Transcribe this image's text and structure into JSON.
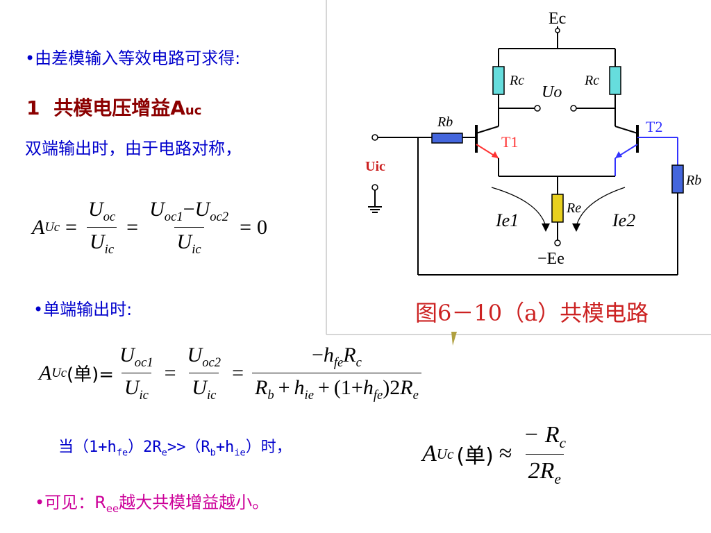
{
  "line1": {
    "bullet": "•",
    "text": "由差模输入等效电路可求得:"
  },
  "heading": {
    "number": "1",
    "text": "共模电压增益",
    "symbol": "A",
    "symbol_sub": "uc"
  },
  "line3": "双端输出时，由于电路对称，",
  "eq1": {
    "A": "A",
    "A_sub": "Uc",
    "U": "U",
    "oc": "oc",
    "ic": "ic",
    "oc1": "oc1",
    "oc2": "oc2",
    "minus": "−",
    "eq": "=",
    "zero": "0"
  },
  "line_single": {
    "bullet": "•",
    "text": "单端输出时:"
  },
  "eq2": {
    "A": "A",
    "A_sub": "Uc",
    "dan": "(单)=",
    "U": "U",
    "oc1": "oc1",
    "oc2": "oc2",
    "ic": "ic",
    "eq": "=",
    "num_minus": "−",
    "h": "h",
    "fe": "fe",
    "R": "R",
    "c": "c",
    "Rb": "R",
    "b": "b",
    "plus": "+",
    "ie": "ie",
    "paren_open": "(1+",
    "paren_close": ")2",
    "Re": "R",
    "e": "e"
  },
  "condition": {
    "pre": "当（1+h",
    "fe": "fe",
    "mid1": "）2R",
    "e": "e",
    "mid2": ">>（R",
    "b": "b",
    "mid3": "+h",
    "ie": "ie",
    "post": "）时，"
  },
  "eq3": {
    "A": "A",
    "A_sub": "Uc",
    "dan": "(单)",
    "approx": "≈",
    "num": "− R",
    "num_sub": "c",
    "den": "2R",
    "den_sub": "e"
  },
  "conclusion": {
    "bullet": "•",
    "pre": "可见：R",
    "sub": "ee",
    "post": "越大共模增益越小。"
  },
  "figure": {
    "caption": "图6－10（a）共模电路",
    "labels": {
      "Ec": "Ec",
      "Rc_left": "Rc",
      "Rc_right": "Rc",
      "Uo": "Uo",
      "Rb_left": "Rb",
      "T1": "T1",
      "T2": "T2",
      "Uic": "Uic",
      "Rb_right": "Rb",
      "Re": "Re",
      "Ie1": "Ie1",
      "Ie2": "Ie2",
      "minus_Ee": "−Ee"
    }
  }
}
